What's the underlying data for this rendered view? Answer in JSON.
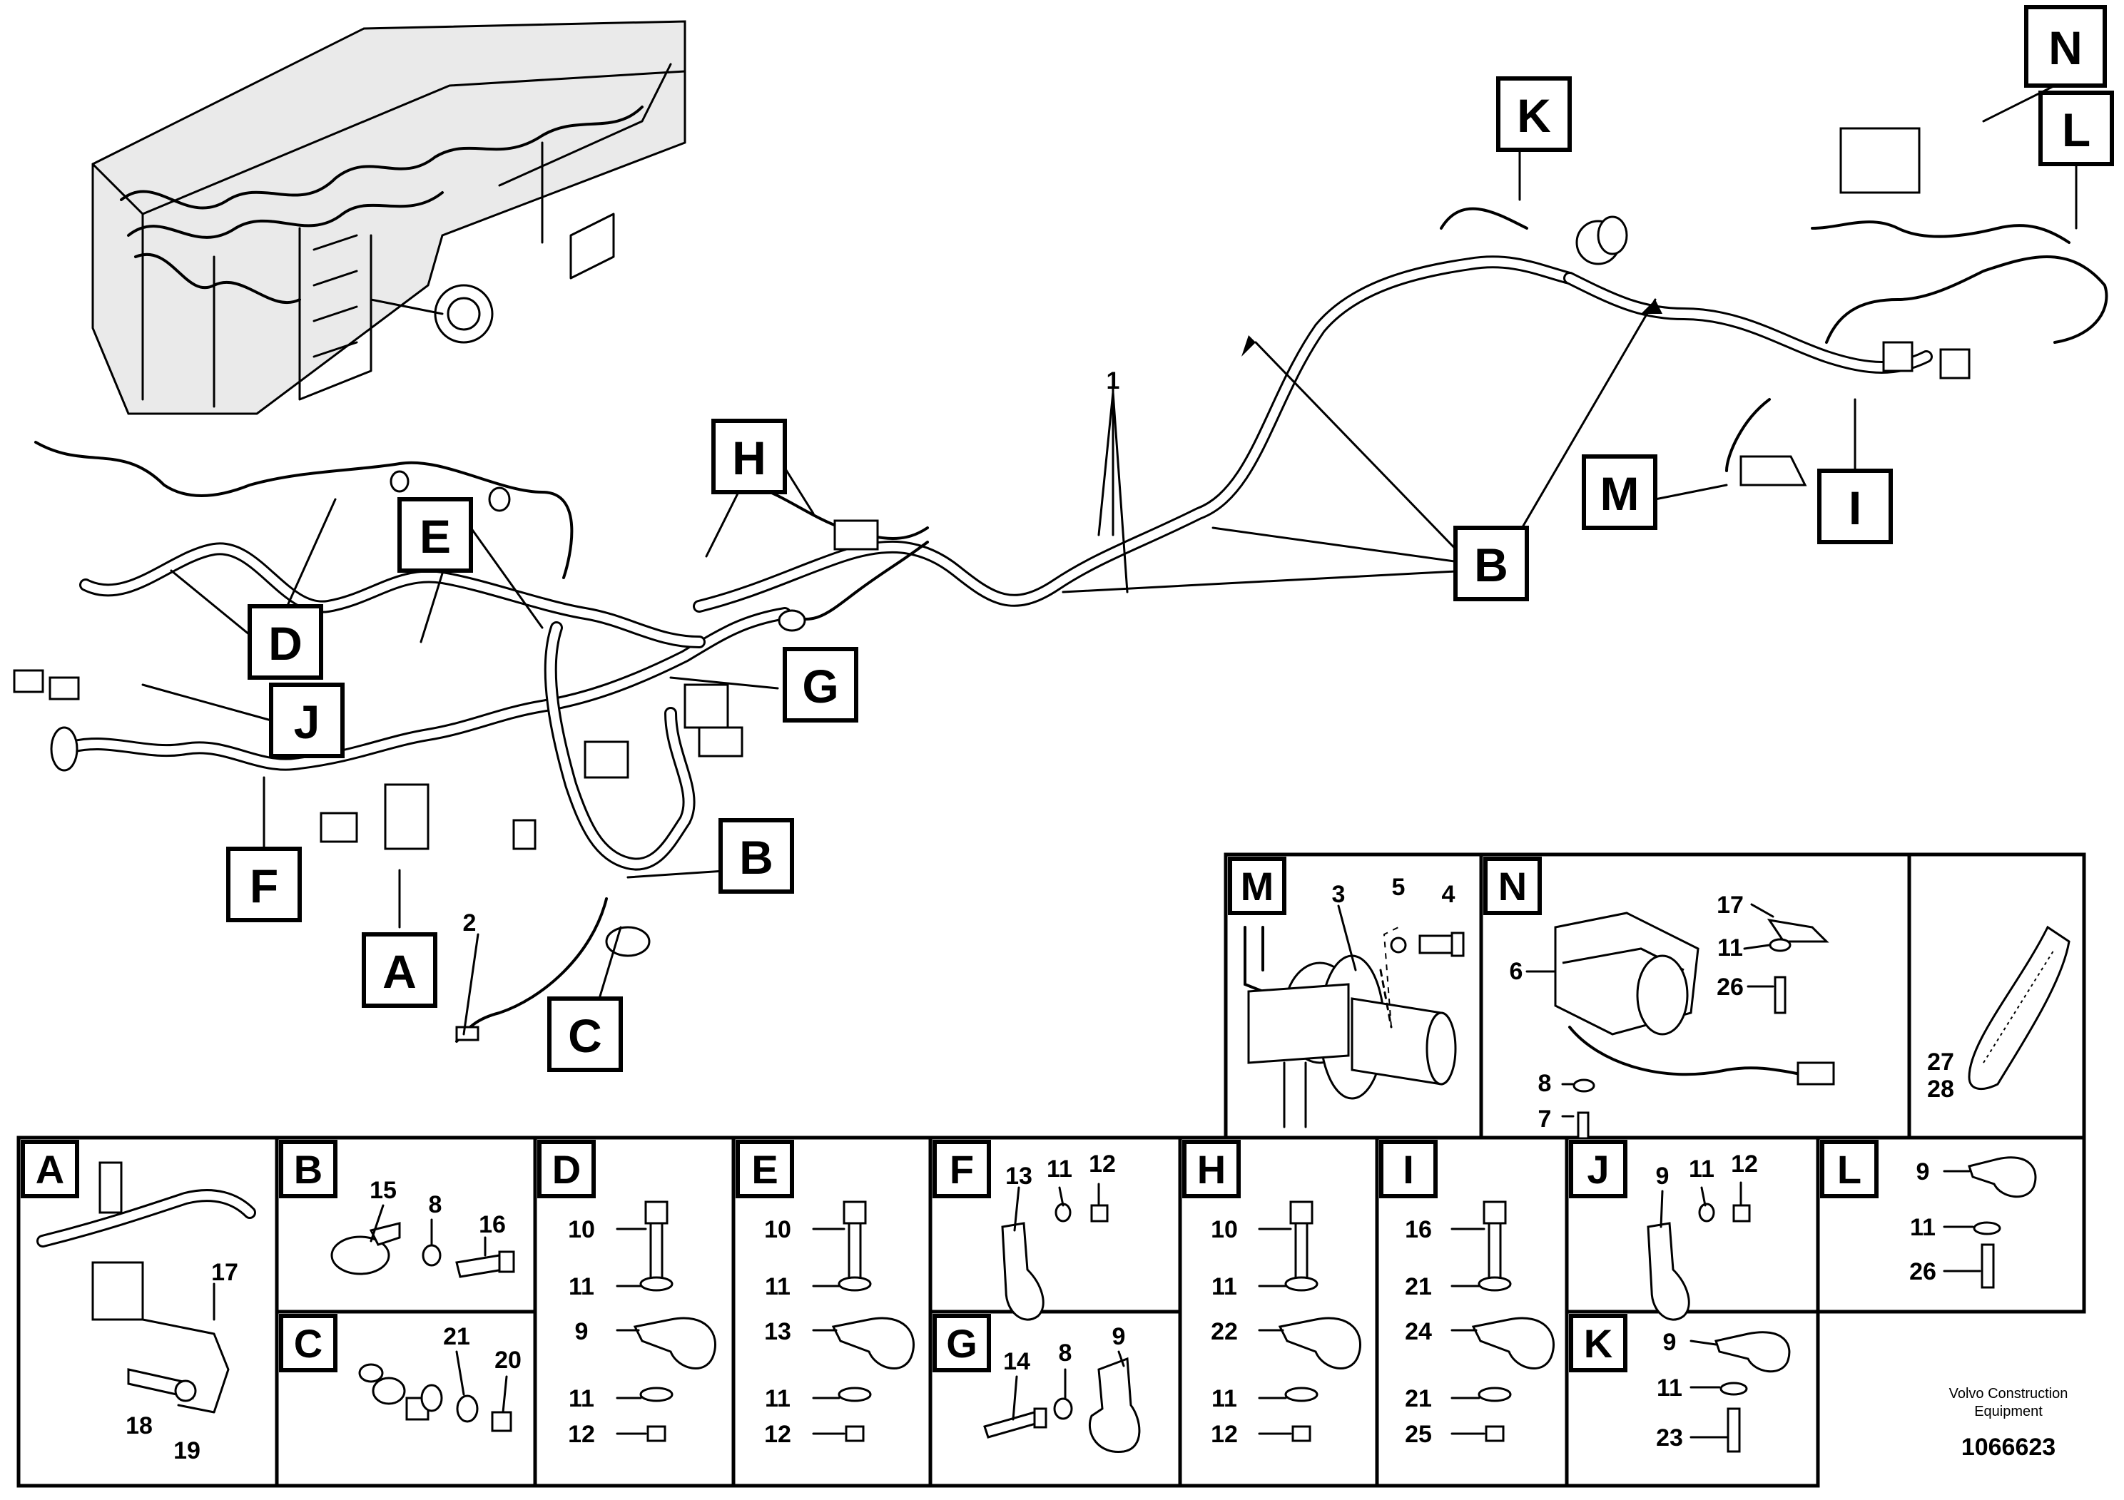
{
  "callouts": {
    "A": "A",
    "B": "B",
    "C": "C",
    "D": "D",
    "E": "E",
    "F": "F",
    "G": "G",
    "H": "H",
    "I": "I",
    "J": "J",
    "K": "K",
    "L": "L",
    "M": "M",
    "N": "N"
  },
  "item_numbers": {
    "harness": "1",
    "sensor": "2"
  },
  "details": {
    "A": {
      "letter": "A",
      "parts": [
        "17",
        "18",
        "19"
      ]
    },
    "B": {
      "letter": "B",
      "parts": [
        "15",
        "8",
        "16"
      ]
    },
    "C": {
      "letter": "C",
      "parts": [
        "21",
        "20"
      ]
    },
    "D": {
      "letter": "D",
      "parts": [
        "10",
        "11",
        "9",
        "11",
        "12"
      ]
    },
    "E": {
      "letter": "E",
      "parts": [
        "10",
        "11",
        "13",
        "11",
        "12"
      ]
    },
    "F": {
      "letter": "F",
      "parts": [
        "13",
        "11",
        "12"
      ]
    },
    "G": {
      "letter": "G",
      "parts": [
        "14",
        "8",
        "9"
      ]
    },
    "H": {
      "letter": "H",
      "parts": [
        "10",
        "11",
        "22",
        "11",
        "12"
      ]
    },
    "I": {
      "letter": "I",
      "parts": [
        "16",
        "21",
        "24",
        "21",
        "25"
      ]
    },
    "J": {
      "letter": "J",
      "parts": [
        "9",
        "11",
        "12"
      ]
    },
    "K": {
      "letter": "K",
      "parts": [
        "9",
        "11",
        "23"
      ]
    },
    "L": {
      "letter": "L",
      "parts": [
        "9",
        "11",
        "26"
      ]
    },
    "M": {
      "letter": "M",
      "parts": [
        "3",
        "5",
        "4"
      ]
    },
    "N": {
      "letter": "N",
      "parts": [
        "6",
        "17",
        "11",
        "26",
        "8",
        "7"
      ]
    },
    "tie": {
      "parts": [
        "27",
        "28"
      ]
    }
  },
  "footer": {
    "credit_line1": "Volvo Construction",
    "credit_line2": "Equipment",
    "doc_id": "1066623"
  }
}
